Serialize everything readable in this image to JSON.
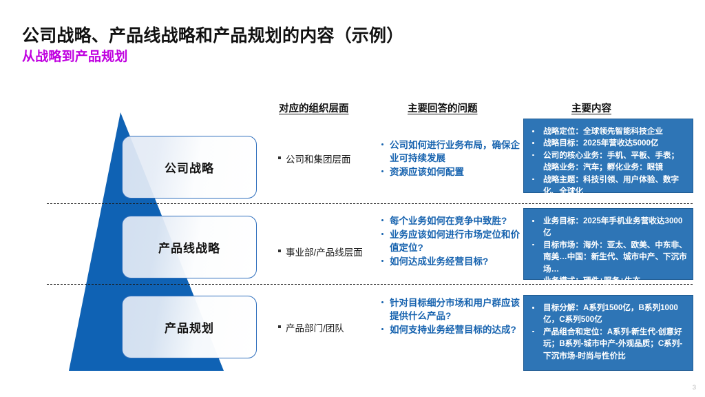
{
  "slide": {
    "title": "公司战略、产品线战略和产品规划的内容（示例）",
    "subtitle": "从战略到产品规划",
    "page_number": "3",
    "accent_blue": "#0f62b4",
    "box_blue": "#2e75b6",
    "subtitle_color": "#c000e0",
    "question_text_color": "#1763af"
  },
  "headers": {
    "org": "对应的组织层面",
    "question": "主要回答的问题",
    "content": "主要内容"
  },
  "tiers": [
    {
      "label": "公司战略"
    },
    {
      "label": "产品线战略"
    },
    {
      "label": "产品规划"
    }
  ],
  "org_levels": [
    {
      "text": "公司和集团层面"
    },
    {
      "text": "事业部/产品线层面"
    },
    {
      "text": "产品部门/团队"
    }
  ],
  "questions": [
    {
      "items": [
        "公司如何进行业务布局，确保企业可持续发展",
        "资源应该如何配置"
      ]
    },
    {
      "items": [
        "每个业务如何在竞争中致胜?",
        "业务应该如何进行市场定位和价值定位?",
        "如何达成业务经营目标?"
      ]
    },
    {
      "items": [
        "针对目标细分市场和用户群应该提供什么产品?",
        "如何支持业务经营目标的达成?"
      ]
    }
  ],
  "contents": [
    {
      "items": [
        {
          "text": "战略定位：全球领先智能科技企业",
          "bullet": true
        },
        {
          "text": "战略目标：2025年营收达5000亿",
          "bullet": true
        },
        {
          "text": "公司的核心业务：手机、平板、手表；",
          "bullet": true
        },
        {
          "text": "战略业务：汽车；孵化业务：眼镜",
          "bullet": false
        },
        {
          "text": "战略主题：科技引领、用户体验、数字化、全球化",
          "bullet": true
        }
      ]
    },
    {
      "items": [
        {
          "text": "业务目标：2025年手机业务营收达3000亿",
          "bullet": true
        },
        {
          "text": "目标市场：海外：亚太、欧美、中东非、南美…中国：新生代、城市中产、下沉市场…",
          "bullet": true
        },
        {
          "text": "业务模式：硬件+服务+生态",
          "bullet": true
        }
      ]
    },
    {
      "items": [
        {
          "text": "目标分解：A系列1500亿，B系列1000亿，C系列500亿",
          "bullet": true
        },
        {
          "text": "产品组合和定位：A系列-新生代-创意好玩；B系列-城市中产-外观品质；C系列-下沉市场-时尚与性价比",
          "bullet": true
        }
      ]
    }
  ]
}
